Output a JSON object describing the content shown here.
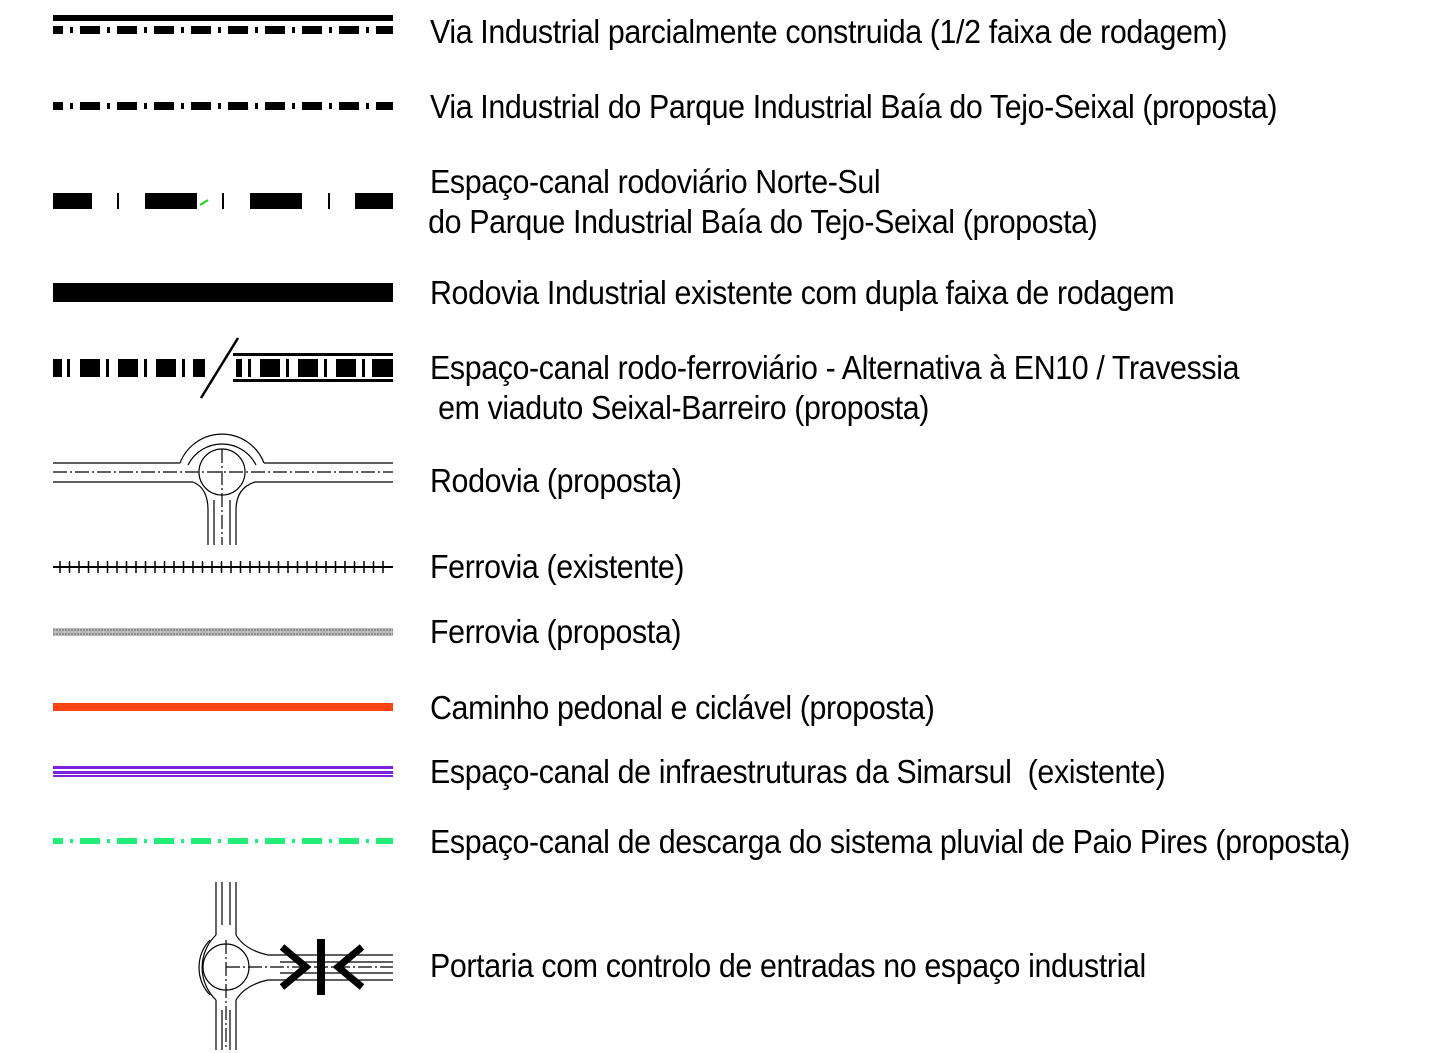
{
  "legend": {
    "items": [
      {
        "label": "Via Industrial parcialmente construida (1/2 faixa de rodagem)",
        "symbol": "via-industrial-parcial-symbol"
      },
      {
        "label": "Via Industrial do Parque Industrial Baía do Tejo-Seixal (proposta)",
        "symbol": "via-industrial-proposta-symbol"
      },
      {
        "label": "Espaço-canal rodoviário Norte-Sul",
        "label_line2": "do Parque Industrial Baía do Tejo-Seixal (proposta)",
        "symbol": "espaco-canal-norte-sul-symbol"
      },
      {
        "label": "Rodovia Industrial existente com dupla faixa de rodagem",
        "symbol": "rodovia-industrial-existente-symbol"
      },
      {
        "label": "Espaço-canal rodo-ferroviário - Alternativa à EN10 /  Travessia",
        "label_line2": " em viaduto Seixal-Barreiro (proposta)",
        "symbol": "espaco-canal-rodo-ferroviario-symbol"
      },
      {
        "label": "Rodovia (proposta)",
        "symbol": "rodovia-proposta-symbol"
      },
      {
        "label": "Ferrovia (existente)",
        "symbol": "ferrovia-existente-symbol"
      },
      {
        "label": "Ferrovia (proposta)",
        "symbol": "ferrovia-proposta-symbol"
      },
      {
        "label": "Caminho pedonal e ciclável (proposta)",
        "symbol": "caminho-pedonal-symbol",
        "color": "#ff4411"
      },
      {
        "label": "Espaço-canal de infraestruturas da Simarsul  (existente)",
        "symbol": "simarsul-symbol",
        "color": "#7a22dd"
      },
      {
        "label": "Espaço-canal de descarga do sistema pluvial de Paio Pires (proposta)",
        "symbol": "descarga-pluvial-symbol",
        "color": "#22ee77"
      },
      {
        "label": "Portaria com controlo de entradas no espaço industrial",
        "symbol": "portaria-symbol"
      }
    ]
  }
}
